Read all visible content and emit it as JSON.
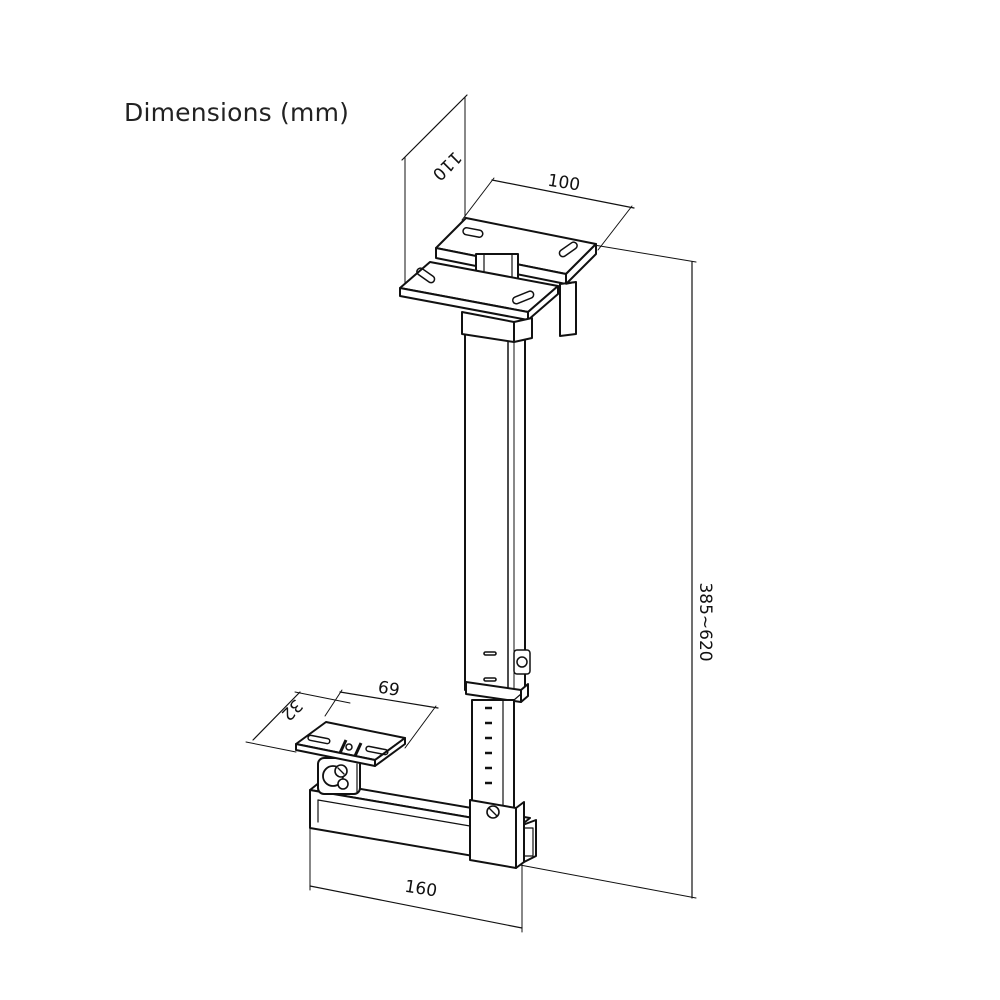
{
  "title": "Dimensions (mm)",
  "dimensions": {
    "top_depth": "110",
    "top_width": "100",
    "height_range": "385~620",
    "bottom_depth": "32",
    "bottom_width": "69",
    "arm_length": "160"
  },
  "colors": {
    "line": "#111111",
    "background": "#ffffff"
  }
}
